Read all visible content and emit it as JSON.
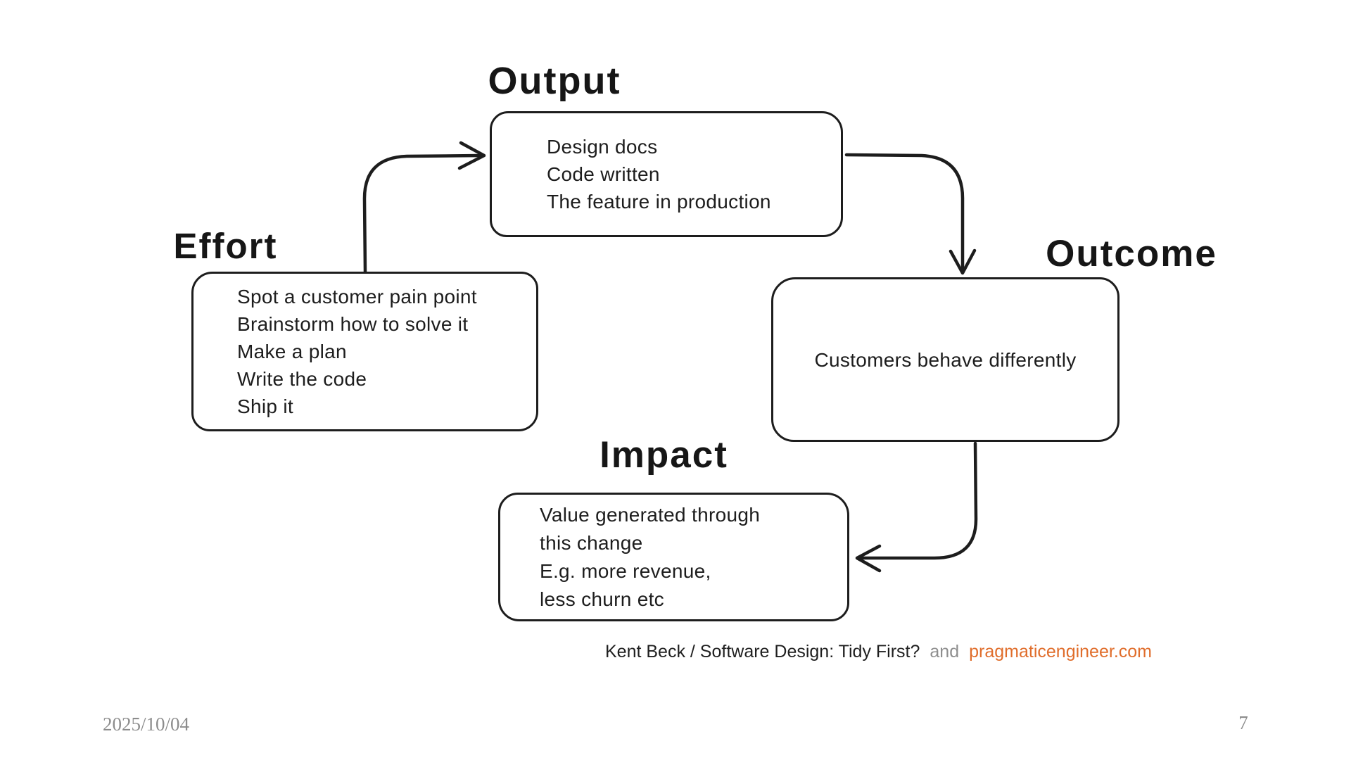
{
  "diagram": {
    "stroke_color": "#1d1d1d",
    "background_color": "#ffffff",
    "nodes": [
      {
        "id": "effort",
        "title": "Effort",
        "lines": [
          "Spot a customer pain point",
          "Brainstorm how to solve it",
          "Make a plan",
          "Write the code",
          "Ship it"
        ]
      },
      {
        "id": "output",
        "title": "Output",
        "lines": [
          "Design docs",
          "Code written",
          "The feature in production"
        ]
      },
      {
        "id": "outcome",
        "title": "Outcome",
        "lines": [
          "Customers behave differently"
        ]
      },
      {
        "id": "impact",
        "title": "Impact",
        "lines": [
          "Value generated through",
          "this change",
          "E.g. more revenue,",
          "less churn etc"
        ]
      }
    ],
    "arrows": [
      {
        "from": "effort",
        "to": "output"
      },
      {
        "from": "output",
        "to": "outcome"
      },
      {
        "from": "outcome",
        "to": "impact"
      }
    ]
  },
  "footer": {
    "attribution": {
      "source": "Kent Beck / Software Design: Tidy First?",
      "connector": "and",
      "link": "pragmaticengineer.com",
      "link_color": "#e06d2b",
      "connector_color": "#8e8e8e"
    },
    "date": "2025/10/04",
    "page_number": "7",
    "footer_text_color": "#8c8c8c"
  }
}
